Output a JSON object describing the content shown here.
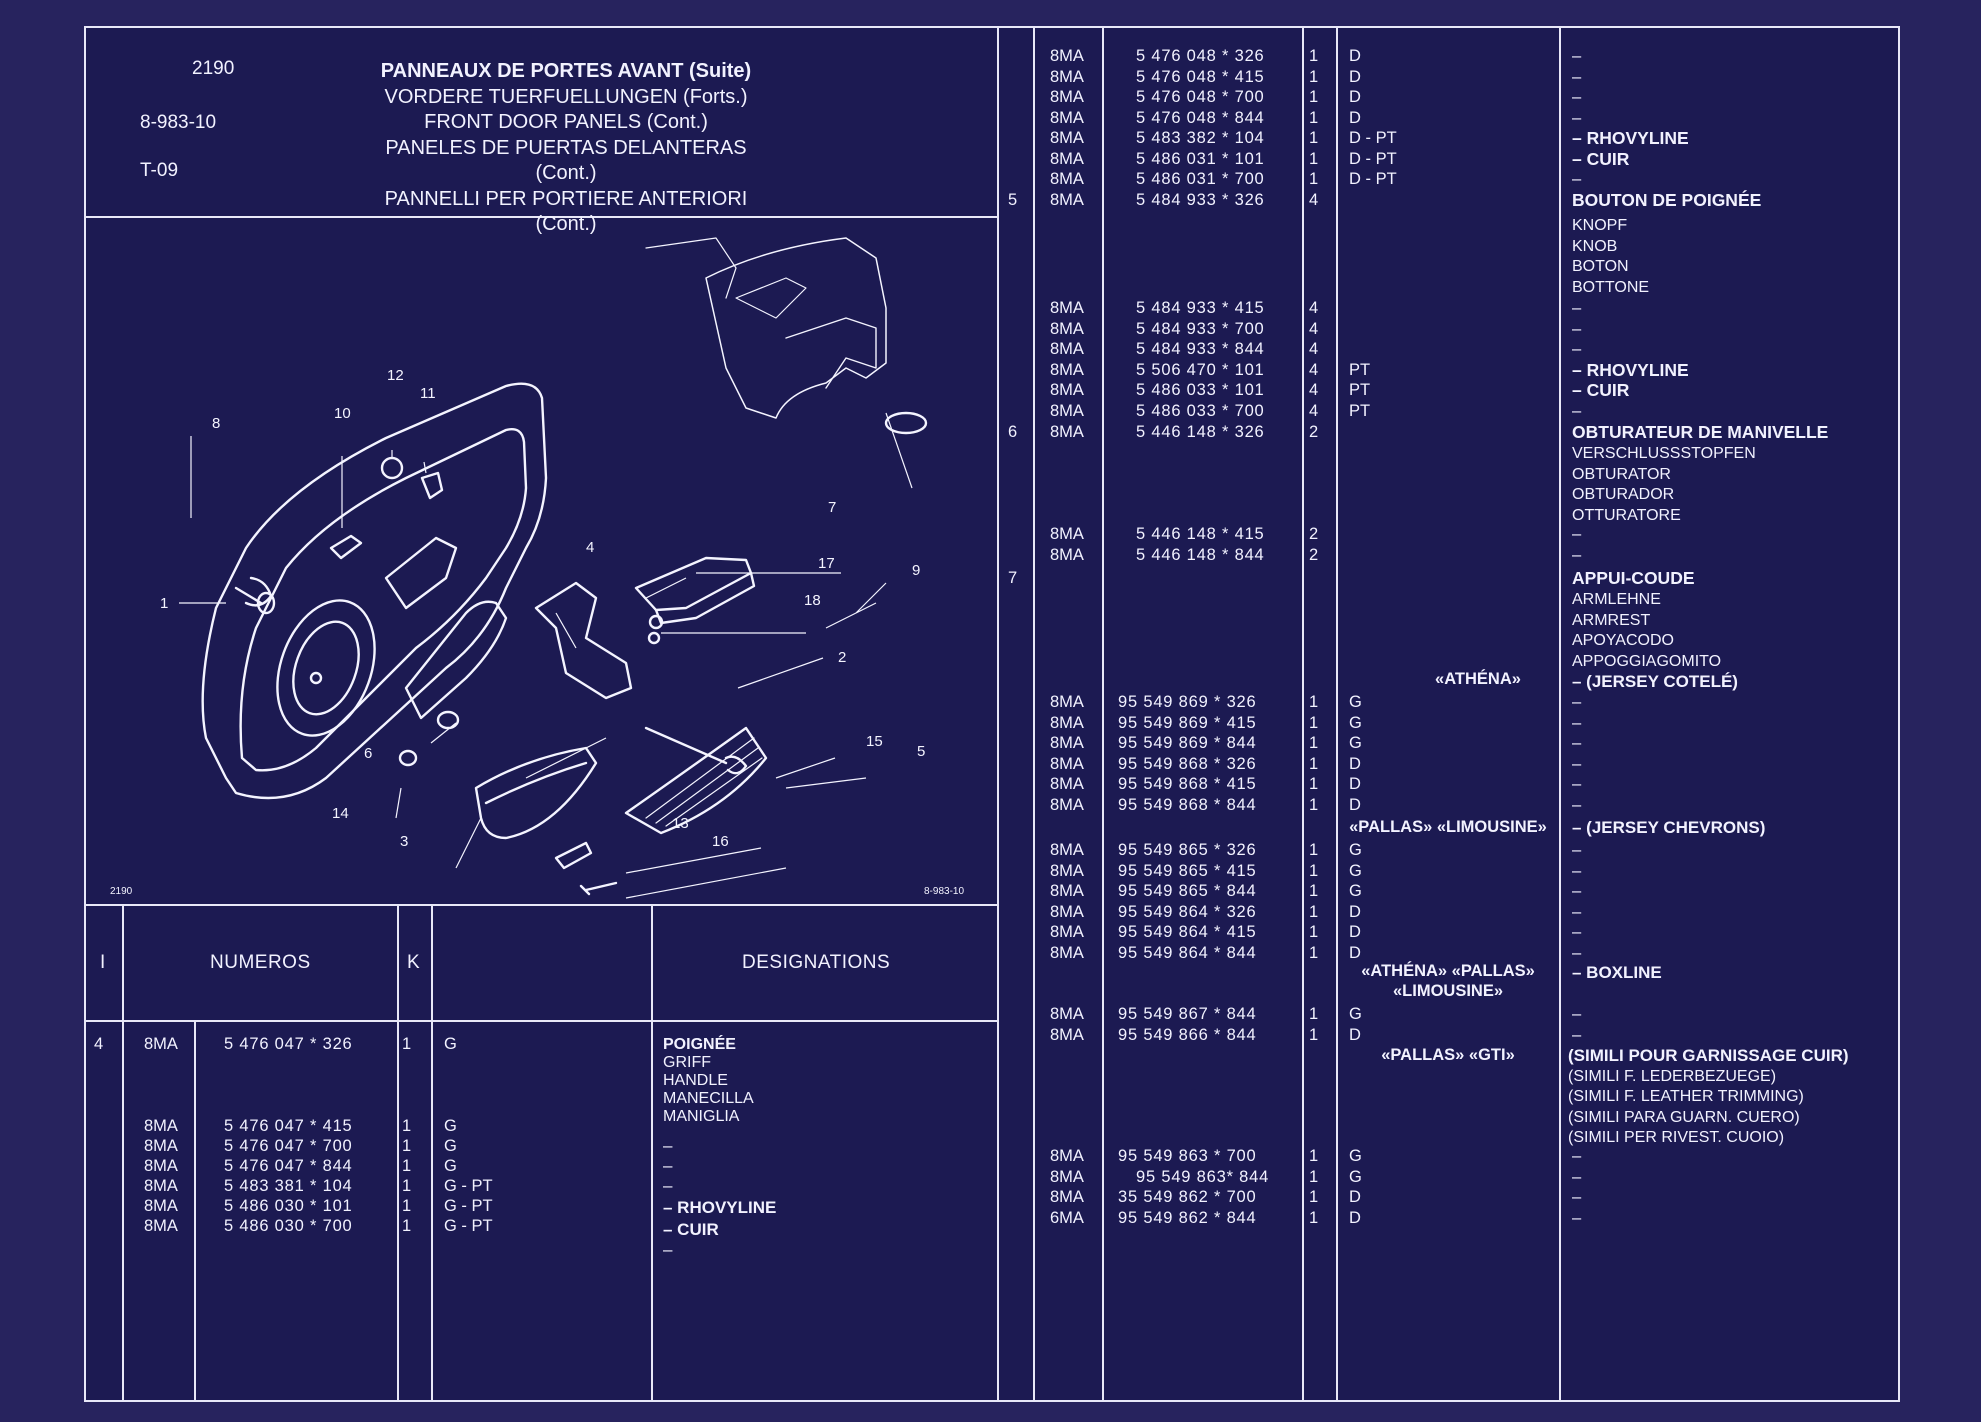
{
  "header": {
    "code1": "2190",
    "code2": "8-983-10",
    "code3": "T-09",
    "titles": [
      "PANNEAUX DE PORTES AVANT (Suite)",
      "VORDERE TUERFUELLUNGEN (Forts.)",
      "FRONT DOOR PANELS (Cont.)",
      "PANELES DE PUERTAS DELANTERAS (Cont.)",
      "PANNELLI PER PORTIERE ANTERIORI (Cont.)"
    ]
  },
  "diagram": {
    "ref_left": "2190",
    "ref_right": "8-983-10",
    "callouts": [
      "1",
      "2",
      "3",
      "4",
      "5",
      "6",
      "7",
      "8",
      "9",
      "10",
      "11",
      "12",
      "13",
      "14",
      "15",
      "16",
      "17",
      "18"
    ]
  },
  "table_header": {
    "col_i": "I",
    "col_numeros": "NUMEROS",
    "col_k": "K",
    "col_designations": "DESIGNATIONS"
  },
  "left_rows": [
    {
      "i": "4",
      "pref": "8MA",
      "num": "5 476 047 * 326",
      "k": "1",
      "pos": "G"
    },
    {
      "i": "",
      "pref": "8MA",
      "num": "5 476 047 * 415",
      "k": "1",
      "pos": "G"
    },
    {
      "i": "",
      "pref": "8MA",
      "num": "5 476 047 * 700",
      "k": "1",
      "pos": "G"
    },
    {
      "i": "",
      "pref": "8MA",
      "num": "5 476 047 * 844",
      "k": "1",
      "pos": "G"
    },
    {
      "i": "",
      "pref": "8MA",
      "num": "5 483 381 * 104",
      "k": "1",
      "pos": "G - PT"
    },
    {
      "i": "",
      "pref": "8MA",
      "num": "5 486 030 * 101",
      "k": "1",
      "pos": "G - PT"
    },
    {
      "i": "",
      "pref": "8MA",
      "num": "5 486 030 * 700",
      "k": "1",
      "pos": "G - PT"
    }
  ],
  "left_designations": {
    "poignee": [
      "POIGNÉE",
      "GRIFF",
      "HANDLE",
      "MANECILLA",
      "MANIGLIA"
    ],
    "after": [
      "–",
      "–",
      "–",
      "– RHOVYLINE",
      "– CUIR",
      "–"
    ]
  },
  "right_rows": [
    {
      "i": "",
      "pref": "8MA",
      "num": "5 476 048 * 326",
      "k": "1",
      "pos": "D",
      "des": "–"
    },
    {
      "i": "",
      "pref": "8MA",
      "num": "5 476 048 * 415",
      "k": "1",
      "pos": "D",
      "des": "–"
    },
    {
      "i": "",
      "pref": "8MA",
      "num": "5 476 048 * 700",
      "k": "1",
      "pos": "D",
      "des": "–"
    },
    {
      "i": "",
      "pref": "8MA",
      "num": "5 476 048 * 844",
      "k": "1",
      "pos": "D",
      "des": "–"
    },
    {
      "i": "",
      "pref": "8MA",
      "num": "5 483 382 * 104",
      "k": "1",
      "pos": "D - PT",
      "des": "– RHOVYLINE"
    },
    {
      "i": "",
      "pref": "8MA",
      "num": "5 486 031 * 101",
      "k": "1",
      "pos": "D - PT",
      "des": "– CUIR"
    },
    {
      "i": "",
      "pref": "8MA",
      "num": "5 486 031 * 700",
      "k": "1",
      "pos": "D - PT",
      "des": "–"
    },
    {
      "i": "5",
      "pref": "8MA",
      "num": "5 484 933 * 326",
      "k": "4",
      "pos": "",
      "des": "BOUTON DE POIGNÉE"
    }
  ],
  "right_rows_b": [
    {
      "pref": "8MA",
      "num": "5 484 933 * 415",
      "k": "4",
      "pos": "",
      "des": "–"
    },
    {
      "pref": "8MA",
      "num": "5 484 933 * 700",
      "k": "4",
      "pos": "",
      "des": "–"
    },
    {
      "pref": "8MA",
      "num": "5 484 933 * 844",
      "k": "4",
      "pos": "",
      "des": "–"
    },
    {
      "pref": "8MA",
      "num": "5 506 470 * 101",
      "k": "4",
      "pos": "PT",
      "des": "– RHOVYLINE"
    },
    {
      "pref": "8MA",
      "num": "5 486 033 * 101",
      "k": "4",
      "pos": "PT",
      "des": "– CUIR"
    },
    {
      "pref": "8MA",
      "num": "5 486 033 * 700",
      "k": "4",
      "pos": "PT",
      "des": "–"
    }
  ],
  "row6": {
    "i": "6",
    "pref": "8MA",
    "num": "5 446 148 * 326",
    "k": "2",
    "des": "OBTURATEUR DE MANIVELLE"
  },
  "row6_trans": [
    "VERSCHLUSSSTOPFEN",
    "OBTURATOR",
    "OBTURADOR",
    "OTTURATORE"
  ],
  "row6_b": [
    {
      "pref": "8MA",
      "num": "5 446 148 * 415",
      "k": "2",
      "des": "–"
    },
    {
      "pref": "8MA",
      "num": "5 446 148 * 844",
      "k": "2",
      "des": "–"
    }
  ],
  "knob_trans": [
    "KNOPF",
    "KNOB",
    "BOTON",
    "BOTTONE"
  ],
  "row7": {
    "i": "7",
    "des": "APPUI-COUDE"
  },
  "row7_trans": [
    "ARMLEHNE",
    "ARMREST",
    "APOYACODO",
    "APPOGGIAGOMITO",
    "– (JERSEY COTELÉ)"
  ],
  "note_athena": "«ATHÉNA»",
  "athena_rows": [
    {
      "pref": "8MA",
      "num": "95 549 869 * 326",
      "k": "1",
      "pos": "G",
      "des": "–"
    },
    {
      "pref": "8MA",
      "num": "95 549 869 * 415",
      "k": "1",
      "pos": "G",
      "des": "–"
    },
    {
      "pref": "8MA",
      "num": "95 549 869 * 844",
      "k": "1",
      "pos": "G",
      "des": "–"
    },
    {
      "pref": "8MA",
      "num": "95 549 868 * 326",
      "k": "1",
      "pos": "D",
      "des": "–"
    },
    {
      "pref": "8MA",
      "num": "95 549 868 * 415",
      "k": "1",
      "pos": "D",
      "des": "–"
    },
    {
      "pref": "8MA",
      "num": "95 549 868 * 844",
      "k": "1",
      "pos": "D",
      "des": "–"
    }
  ],
  "note_pallas": "«PALLAS» «LIMOUSINE»",
  "pallas_des": "– (JERSEY CHEVRONS)",
  "pallas_rows": [
    {
      "pref": "8MA",
      "num": "95 549 865 * 326",
      "k": "1",
      "pos": "G",
      "des": "–"
    },
    {
      "pref": "8MA",
      "num": "95 549 865 * 415",
      "k": "1",
      "pos": "G",
      "des": "–"
    },
    {
      "pref": "8MA",
      "num": "95 549 865 * 844",
      "k": "1",
      "pos": "G",
      "des": "–"
    },
    {
      "pref": "8MA",
      "num": "95 549 864 * 326",
      "k": "1",
      "pos": "D",
      "des": "–"
    },
    {
      "pref": "8MA",
      "num": "95 549 864 * 415",
      "k": "1",
      "pos": "D",
      "des": "–"
    },
    {
      "pref": "8MA",
      "num": "95 549 864 * 844",
      "k": "1",
      "pos": "D",
      "des": "–"
    }
  ],
  "note_boxline_1": "«ATHÉNA» «PALLAS»",
  "note_boxline_2": "«LIMOUSINE»",
  "boxline_des": "– BOXLINE",
  "boxline_rows": [
    {
      "pref": "8MA",
      "num": "95 549 867 * 844",
      "k": "1",
      "pos": "G",
      "des": "–"
    },
    {
      "pref": "8MA",
      "num": "95 549 866 * 844",
      "k": "1",
      "pos": "D",
      "des": "–"
    }
  ],
  "note_gti": "«PALLAS» «GTI»",
  "gti_des": [
    "(SIMILI POUR GARNISSAGE CUIR)",
    "(SIMILI F. LEDERBEZUEGE)",
    "(SIMILI F. LEATHER TRIMMING)",
    "(SIMILI PARA GUARN. CUERO)",
    "(SIMILI PER RIVEST. CUOIO)"
  ],
  "gti_rows": [
    {
      "pref": "8MA",
      "num": "95 549 863 * 700",
      "k": "1",
      "pos": "G",
      "des": "–"
    },
    {
      "pref": "8MA",
      "num": "95 549 863* 844",
      "k": "1",
      "pos": "G",
      "des": "–"
    },
    {
      "pref": "8MA",
      "num": "35 549 862 * 700",
      "k": "1",
      "pos": "D",
      "des": "–"
    },
    {
      "pref": "6MA",
      "num": "95 549 862 * 844",
      "k": "1",
      "pos": "D",
      "des": "–"
    }
  ]
}
